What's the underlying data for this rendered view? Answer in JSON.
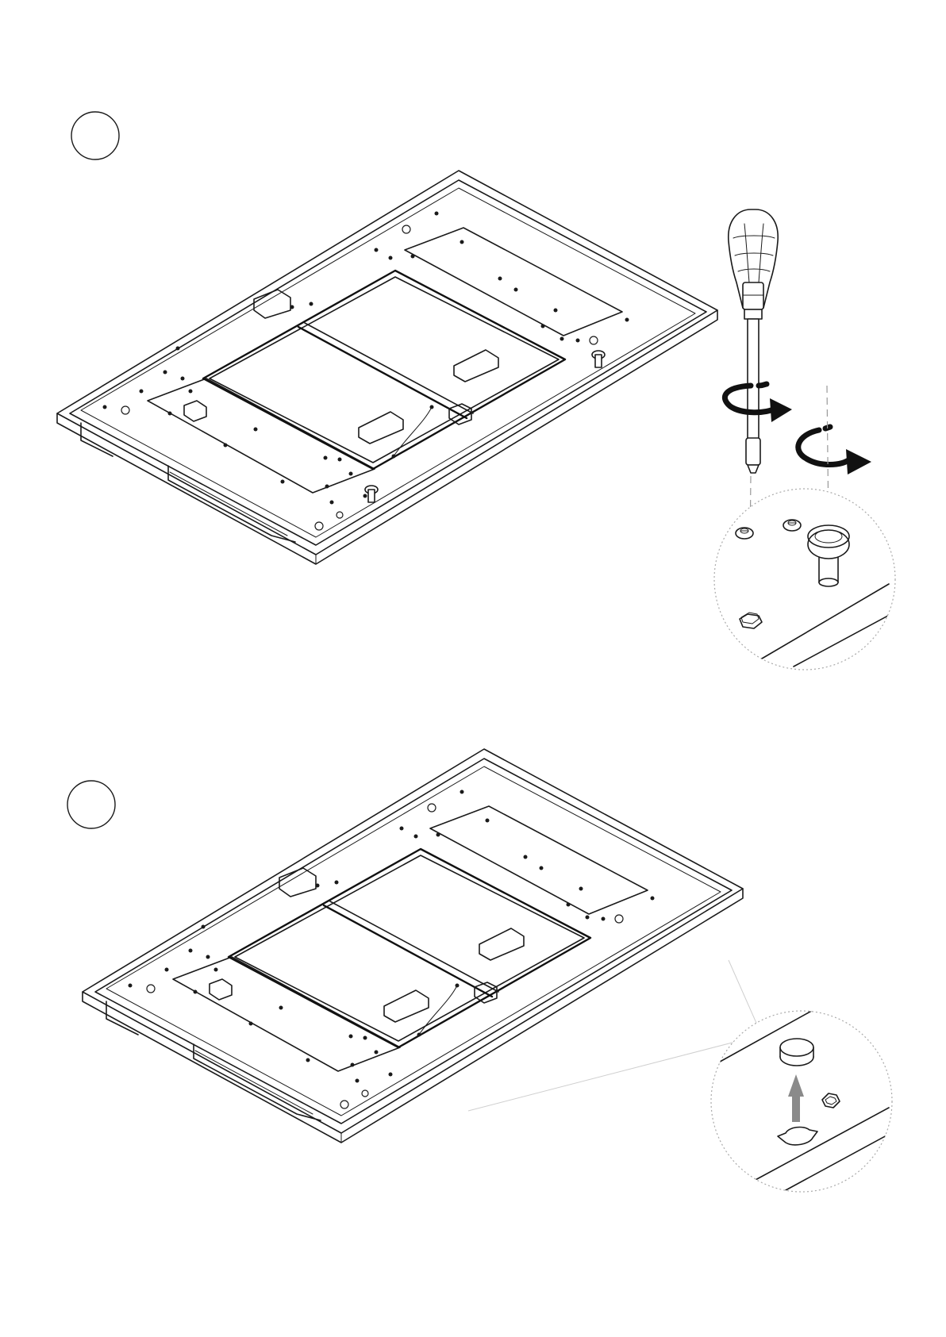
{
  "steps": [
    {
      "id": "step-1",
      "number": "",
      "action": "unscrew-mounting-screws",
      "icons": [
        "screwdriver-icon",
        "rotate-counterclockwise-icon"
      ]
    },
    {
      "id": "step-2",
      "number": "",
      "action": "remove-cap",
      "icons": [
        "arrow-up-icon"
      ]
    }
  ],
  "colors": {
    "line": "#1a1a1a",
    "arrow_gray": "#8a8a8a",
    "dash_gray": "#999999",
    "background": "#ffffff"
  }
}
